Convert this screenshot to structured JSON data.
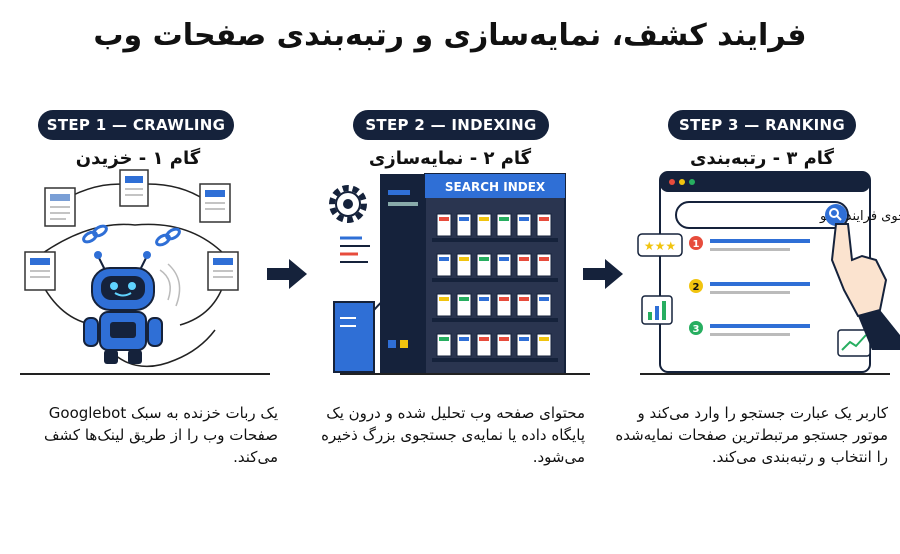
{
  "title": "فرایند کشف، نمایه‌سازی و رتبه‌بندی صفحات وب",
  "steps": [
    {
      "label": "STEP 1 — CRAWLING",
      "subtitle": "گام ۱ - خزیدن",
      "description": "یک ربات خزنده به سبک Googlebot صفحات وب را از طریق لینک‌ها کشف می‌کند."
    },
    {
      "label": "STEP 2 — INDEXING",
      "subtitle": "گام ۲ - نمایه‌سازی",
      "description": "محتوای صفحه وب تحلیل شده و درون یک پایگاه داده یا نمایه‌ی جستجوی بزرگ ذخیره می‌شود.",
      "index_label": "SEARCH INDEX"
    },
    {
      "label": "STEP 3 — RANKING",
      "subtitle": "گام ۳ - رتبه‌بندی",
      "description": "کاربر یک عبارت جستجو را وارد می‌کند و موتور جستجو مرتبط‌ترین صفحات نمایه‌شده را انتخاب و رتبه‌بندی می‌کند.",
      "search_query": "جستجوی فرایند سئو",
      "ranks": [
        "1",
        "2",
        "3"
      ]
    }
  ],
  "colors": {
    "navy": "#15223b",
    "blue": "#2f6fd6",
    "red": "#e74c3c",
    "yellow": "#f1c40f",
    "green": "#27ae60"
  }
}
